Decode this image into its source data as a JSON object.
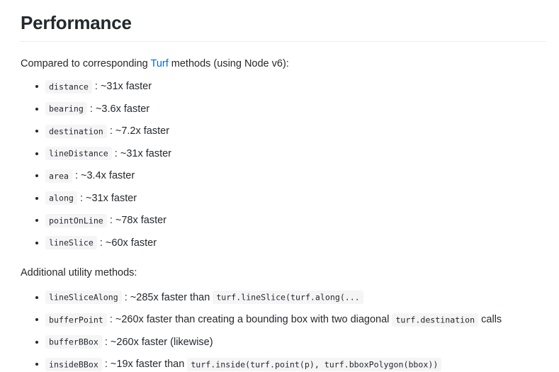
{
  "heading": "Performance",
  "intro": {
    "before_link": "Compared to corresponding ",
    "link_text": "Turf",
    "after_link": " methods (using Node v6):"
  },
  "primary_list": [
    {
      "method": "distance",
      "separator": ":",
      "description": "~31x faster"
    },
    {
      "method": "bearing",
      "separator": ":",
      "description": "~3.6x faster"
    },
    {
      "method": "destination",
      "separator": ":",
      "description": "~7.2x faster"
    },
    {
      "method": "lineDistance",
      "separator": ":",
      "description": "~31x faster"
    },
    {
      "method": "area",
      "separator": ":",
      "description": "~3.4x faster"
    },
    {
      "method": "along",
      "separator": ":",
      "description": "~31x faster"
    },
    {
      "method": "pointOnLine",
      "separator": ":",
      "description": "~78x faster"
    },
    {
      "method": "lineSlice",
      "separator": ":",
      "description": "~60x faster"
    }
  ],
  "secondary_heading": "Additional utility methods:",
  "secondary_list": [
    {
      "method": "lineSliceAlong",
      "separator": ":",
      "description": "~285x faster than",
      "code": "turf.lineSlice(turf.along(...",
      "trailing": ""
    },
    {
      "method": "bufferPoint",
      "separator": ":",
      "description": "~260x faster than creating a bounding box with two diagonal",
      "code": "turf.destination",
      "trailing": "calls"
    },
    {
      "method": "bufferBBox",
      "separator": ":",
      "description": "~260x faster (likewise)",
      "code": "",
      "trailing": ""
    },
    {
      "method": "insideBBox",
      "separator": ":",
      "description": "~19x faster than",
      "code": "turf.inside(turf.point(p), turf.bboxPolygon(bbox))",
      "trailing": ""
    }
  ],
  "colors": {
    "link": "#0366d6",
    "text": "#24292e",
    "rule": "#eaecef",
    "code_background": "#f2f2f3"
  }
}
